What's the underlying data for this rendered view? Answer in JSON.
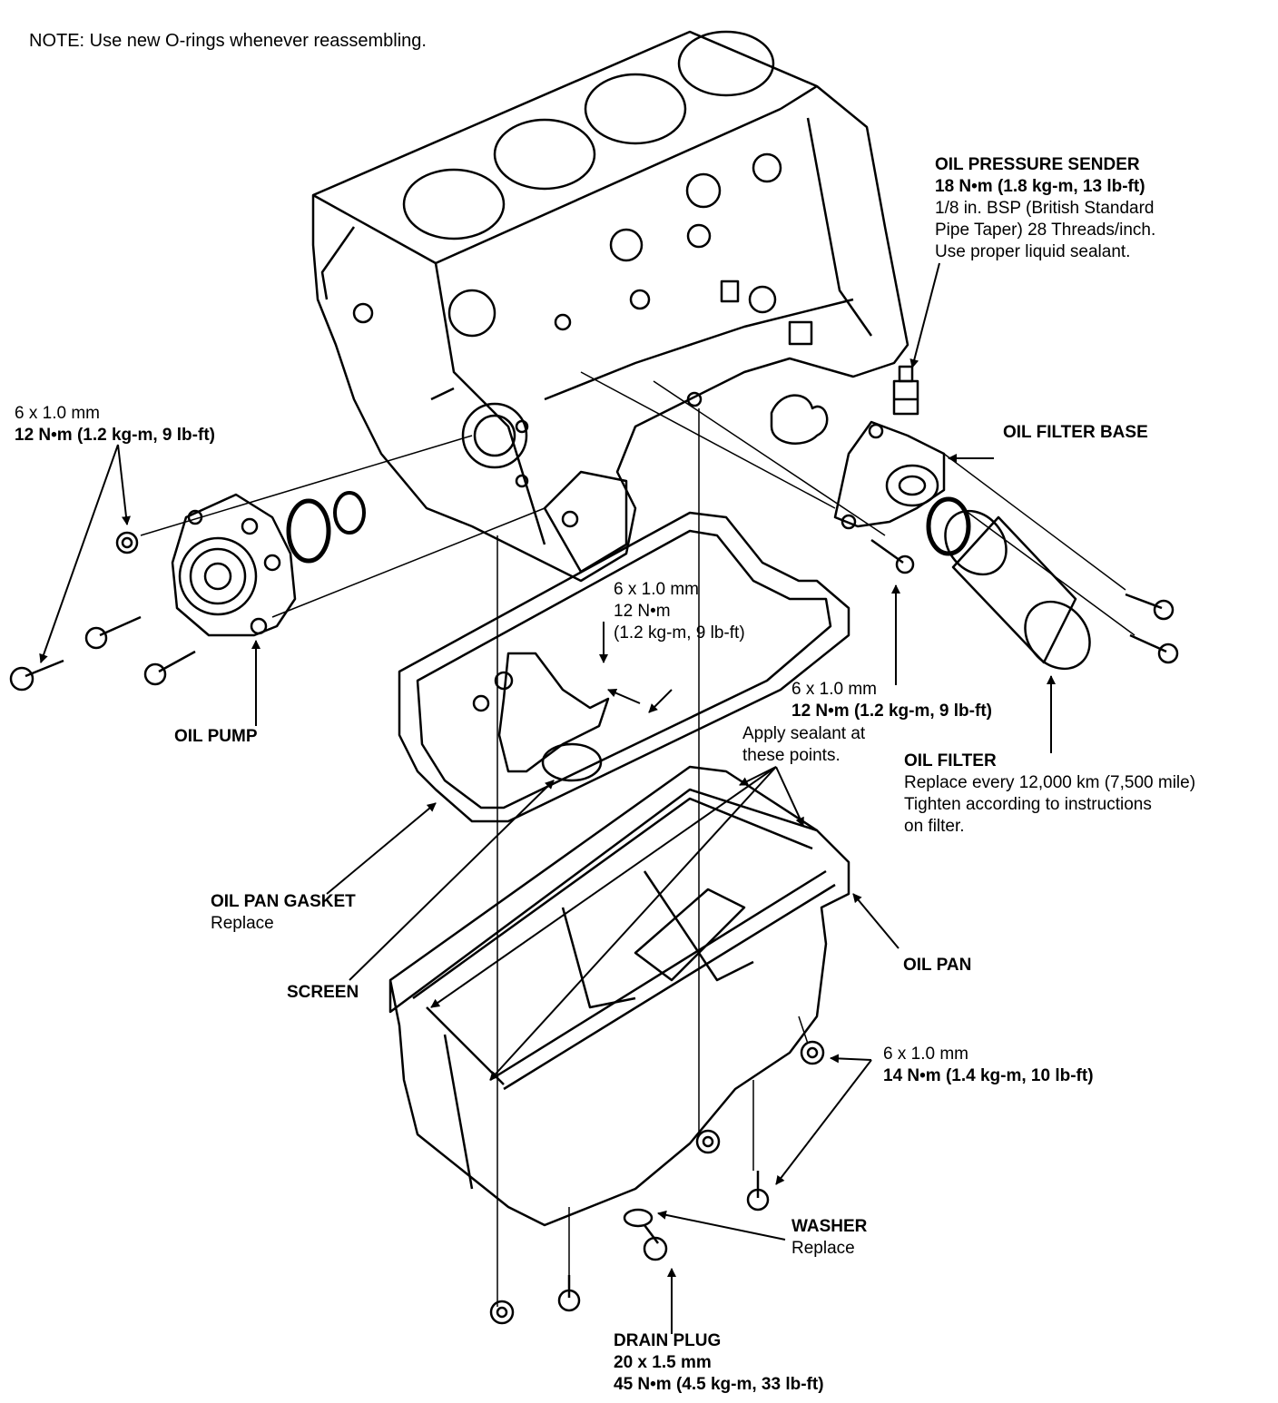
{
  "note": "NOTE:  Use new O-rings whenever reassembling.",
  "labels": {
    "oil_pressure_sender": {
      "title": "OIL PRESSURE SENDER",
      "torque": "18 N•m (1.8 kg-m, 13 lb-ft)",
      "spec1": "1/8 in. BSP (British Standard",
      "spec2": "Pipe Taper) 28 Threads/inch.",
      "spec3": "Use proper liquid sealant."
    },
    "oil_filter_base": {
      "title": "OIL FILTER BASE"
    },
    "oil_pump_bolts": {
      "size": "6 x 1.0 mm",
      "torque": "12 N•m (1.2 kg-m, 9 lb-ft)"
    },
    "oil_pump": {
      "title": "OIL PUMP"
    },
    "screen_bolts": {
      "size": "6 x 1.0 mm",
      "torque": "12 N•m",
      "torque2": "(1.2 kg-m, 9 lb-ft)"
    },
    "filter_base_bolts": {
      "size": "6 x 1.0 mm",
      "torque": "12 N•m (1.2 kg-m, 9 lb-ft)"
    },
    "sealant": {
      "line1": "Apply sealant at",
      "line2": "these points."
    },
    "oil_filter": {
      "title": "OIL FILTER",
      "line1": "Replace every 12,000 km (7,500 mile)",
      "line2": "Tighten according to instructions",
      "line3": "on filter."
    },
    "oil_pan_gasket": {
      "title": "OIL PAN GASKET",
      "sub": "Replace"
    },
    "oil_pan": {
      "title": "OIL PAN"
    },
    "screen": {
      "title": "SCREEN"
    },
    "pan_bolts": {
      "size": "6 x 1.0 mm",
      "torque": "14 N•m (1.4 kg-m, 10 lb-ft)"
    },
    "washer": {
      "title": "WASHER",
      "sub": "Replace"
    },
    "drain_plug": {
      "title": "DRAIN PLUG",
      "size": "20 x 1.5 mm",
      "torque": "45 N•m (4.5 kg-m, 33 lb-ft)"
    }
  },
  "colors": {
    "ink": "#000000",
    "paper": "#ffffff"
  }
}
